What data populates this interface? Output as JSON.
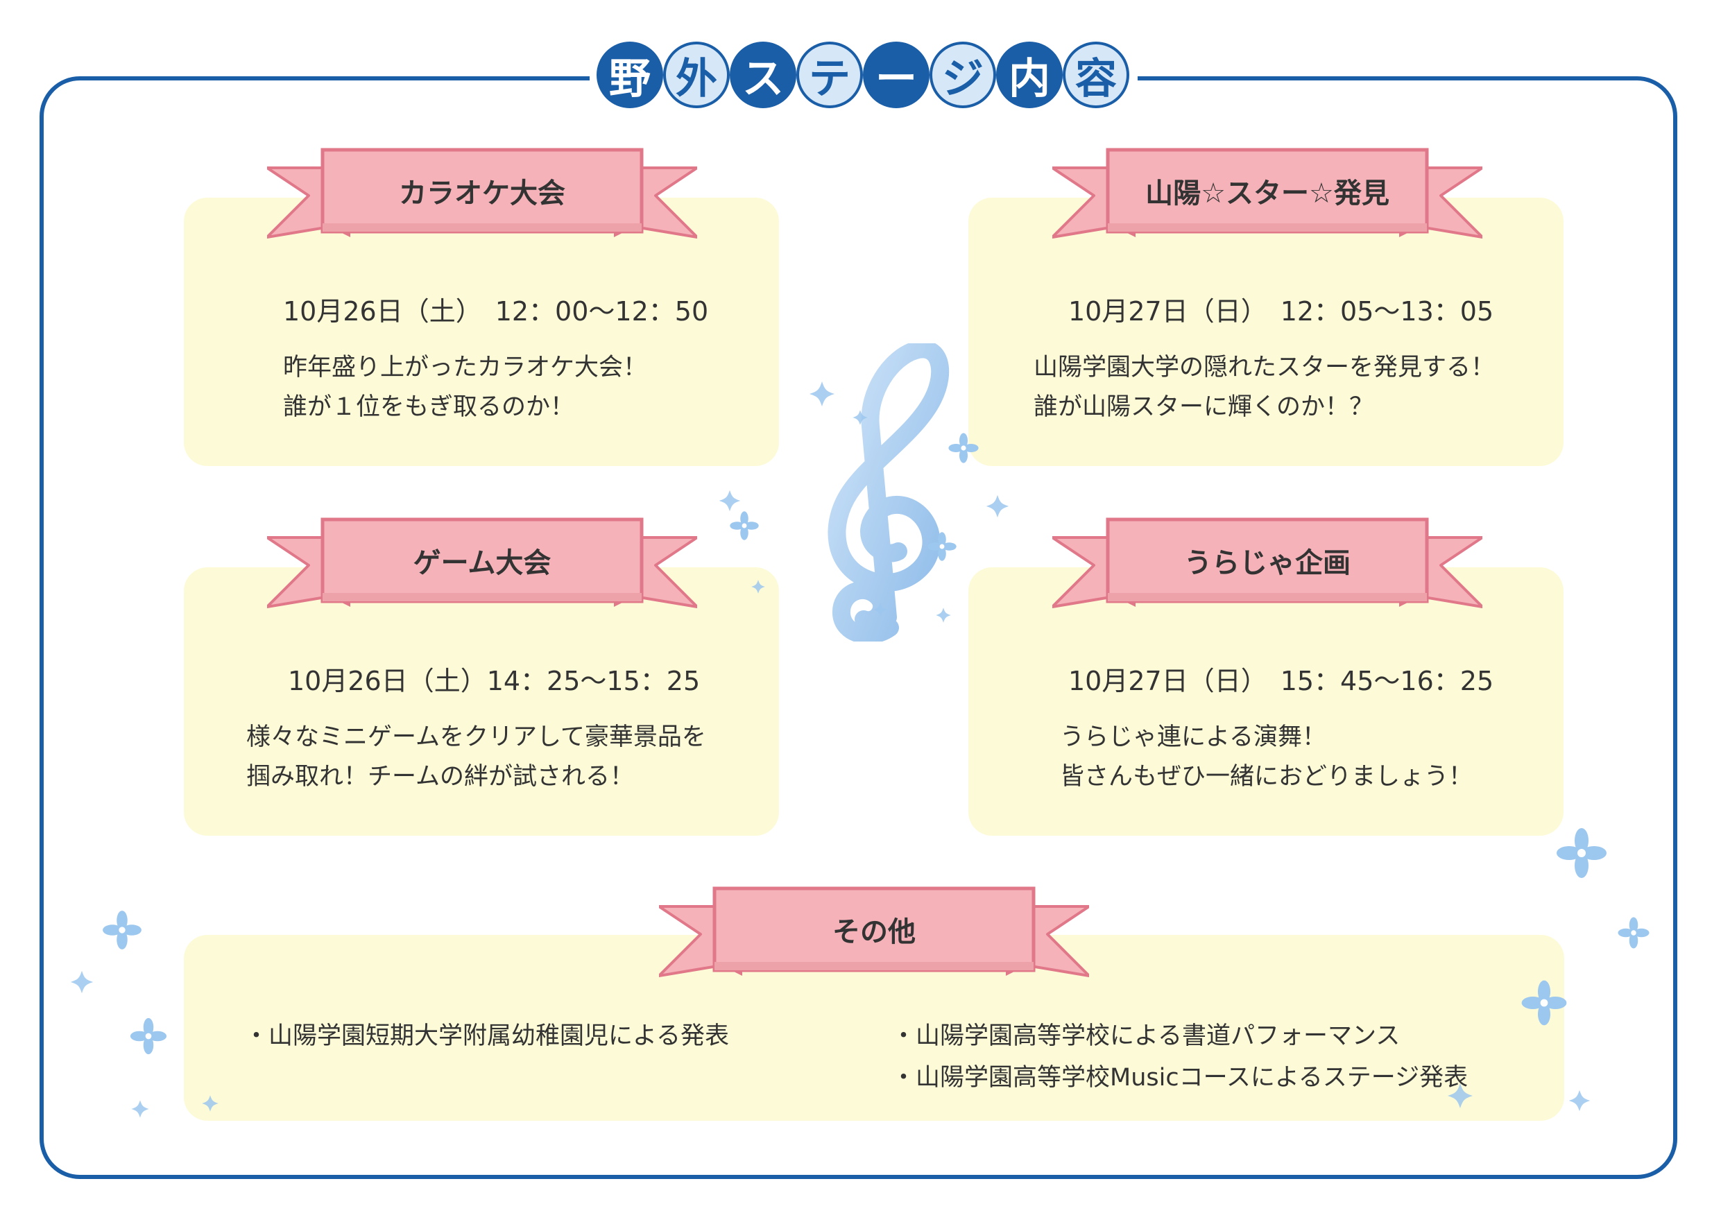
{
  "title": {
    "chars": [
      "野",
      "外",
      "ス",
      "テ",
      "ー",
      "ジ",
      "内",
      "容"
    ]
  },
  "events": [
    {
      "name": "カラオケ大会",
      "date": "10月26日（土）　12：00〜12：50",
      "desc": [
        "昨年盛り上がったカラオケ大会！",
        "誰が１位をもぎ取るのか！"
      ]
    },
    {
      "name": "山陽☆スター☆発見",
      "date": "10月27日（日）　12：05〜13：05",
      "desc": [
        "山陽学園大学の隠れたスターを発見する！",
        "誰が山陽スターに輝くのか！？"
      ]
    },
    {
      "name": "ゲーム大会",
      "date": "10月26日（土）14：25〜15：25",
      "desc": [
        "様々なミニゲームをクリアして豪華景品を",
        "掴み取れ！チームの絆が試される！"
      ]
    },
    {
      "name": "うらじゃ企画",
      "date": "10月27日（日）　15：45〜16：25",
      "desc": [
        "うらじゃ連による演舞！",
        "皆さんもぜひ一緒におどりましょう！"
      ]
    }
  ],
  "other": {
    "name": "その他",
    "items": [
      "・山陽学園短期大学附属幼稚園児による発表",
      "・山陽学園高等学校による書道パフォーマンス",
      "・山陽学園高等学校Musicコースによるステージ発表"
    ]
  },
  "colors": {
    "frame": "#1a5ea8",
    "card": "#fdfbd7",
    "ribbon": "#f5b3b9",
    "ribbon_edge": "#e0788a",
    "clef": "#a9cdf0"
  },
  "decorations": [
    "treble-clef-icon",
    "sparkle-icon"
  ]
}
